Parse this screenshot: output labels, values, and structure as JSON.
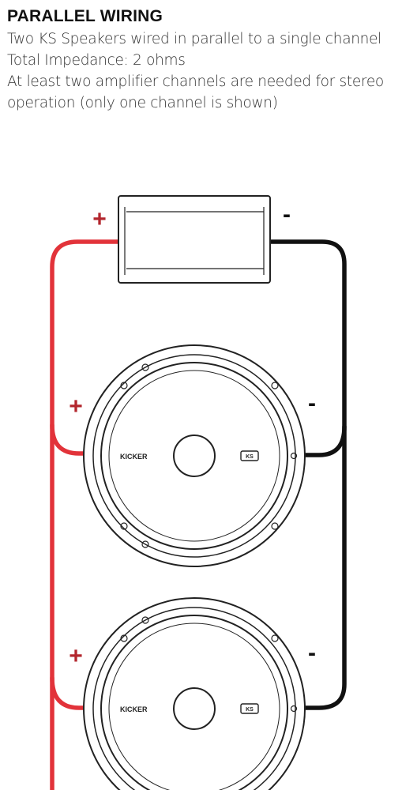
{
  "header": {
    "title": "PARALLEL WIRING",
    "line1": "Two KS Speakers wired in parallel to a single channel",
    "line2": "Total Impedance: 2 ohms",
    "line3": "At least two amplifier channels are needed for stereo",
    "line4": "operation (only one channel is shown)"
  },
  "amplifier": {
    "positive_label": "+",
    "negative_label": "-"
  },
  "speakers": [
    {
      "brand": "KICKER",
      "model_badge": "KS",
      "positive_label": "+",
      "negative_label": "-"
    },
    {
      "brand": "KICKER",
      "model_badge": "KS",
      "positive_label": "+",
      "negative_label": "-"
    }
  ],
  "colors": {
    "positive_wire": "#e2333a",
    "negative_wire": "#111111",
    "positive_label": "#b3262d",
    "outline": "#222222"
  }
}
